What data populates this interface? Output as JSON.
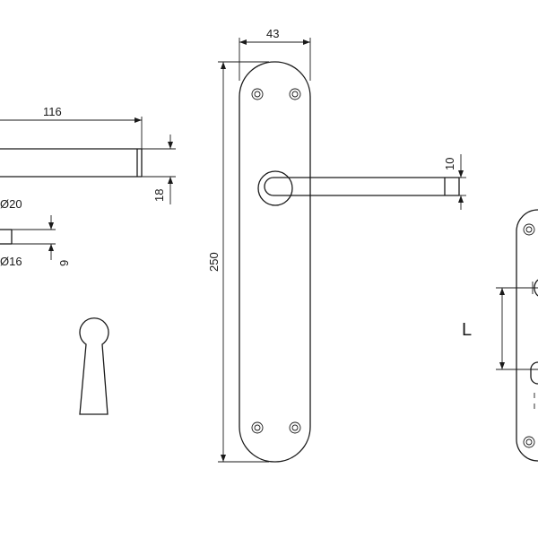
{
  "dimensions": {
    "handle_length": "116",
    "handle_height": "18",
    "rosette_diameter": "Ø20",
    "rosette_inner_diameter": "Ø16",
    "rosette_thickness": "9",
    "plate_width": "43",
    "plate_height": "250",
    "lever_thickness": "10",
    "center_distance": "L"
  }
}
